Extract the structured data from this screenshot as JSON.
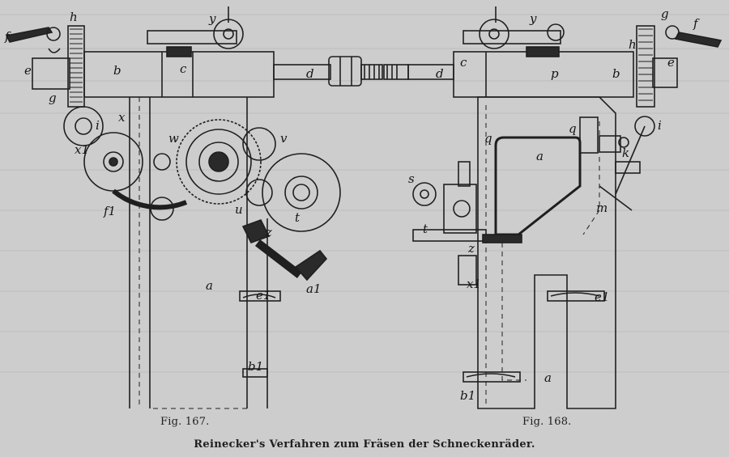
{
  "figures": [
    {
      "caption": "Fig. 167.",
      "labels": {
        "f": "f",
        "h": "h",
        "e": "e",
        "g": "g",
        "b": "b",
        "c": "c",
        "y": "y",
        "d": "d",
        "x": "x",
        "i": "i",
        "x1": "x1",
        "w": "w",
        "v": "v",
        "u": "u",
        "f1": "f1",
        "t": "t",
        "z": "z",
        "a": "a",
        "a1": "a1",
        "e1": "e1",
        "b1": "b1"
      }
    },
    {
      "caption": "Fig. 168.",
      "labels": {
        "y": "y",
        "c": "c",
        "d": "d",
        "p": "p",
        "b": "b",
        "g": "g",
        "f": "f",
        "h": "h",
        "e": "e",
        "i": "i",
        "q": "q",
        "a": "a",
        "s": "s",
        "t": "t",
        "z": "z",
        "m": "m",
        "k": "k",
        "x1": "x1",
        "e1": "e1",
        "b1": "b1",
        "a_low": "a"
      }
    }
  ],
  "main_caption": "Reinecker's Verfahren zum Fräsen der Schneckenräder.",
  "colors": {
    "paper": "#cdcdcd",
    "ink": "#1f1f1f",
    "bleed_text": "#b9b9b9"
  }
}
